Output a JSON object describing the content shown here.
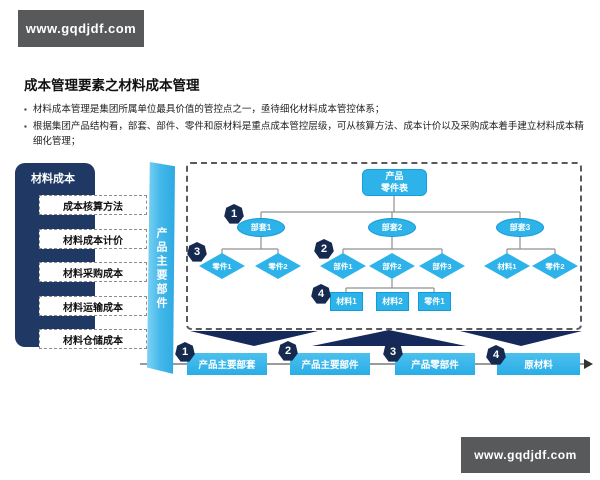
{
  "banner": {
    "url": "www.gqdjdf.com"
  },
  "header": {
    "title": "成本管理要素之材料成本管理"
  },
  "bullets": [
    "材料成本管理是集团所属单位最具价值的管控点之一，亟待细化材料成本管控体系；",
    "根据集团产品结构看，部套、部件、零件和原材料是重点成本管控层级，可从核算方法、成本计价以及采购成本着手建立材料成本精细化管理；"
  ],
  "left_panel": {
    "title": "材料成本",
    "items": [
      "成本核算方法",
      "材料成本计价",
      "材料采购成本",
      "材料运输成本",
      "材料仓储成本"
    ]
  },
  "vertical_band": {
    "label": "产品主要部件"
  },
  "diagram": {
    "root": {
      "line1": "产品",
      "line2": "零件表"
    },
    "level2": [
      "部套1",
      "部套2",
      "部套3"
    ],
    "level3": [
      "零件1",
      "零件2",
      "部件1",
      "部件2",
      "部件3",
      "材料1",
      "零件2"
    ],
    "level4": [
      "材料1",
      "材料2",
      "零件1"
    ],
    "badge1": "1",
    "badge2": "2",
    "badge3": "3",
    "badge4": "4"
  },
  "bottom_flow": {
    "steps": [
      {
        "num": "1",
        "label": "产品主要部套"
      },
      {
        "num": "2",
        "label": "产品主要部件"
      },
      {
        "num": "3",
        "label": "产品零部件"
      },
      {
        "num": "4",
        "label": "原材料"
      }
    ]
  },
  "colors": {
    "navy_panel": "#1f3864",
    "badge_navy": "#16294f",
    "cyan": "#2db3e9",
    "band_blue": "#45b9ea",
    "banner_gray": "#58595b"
  }
}
